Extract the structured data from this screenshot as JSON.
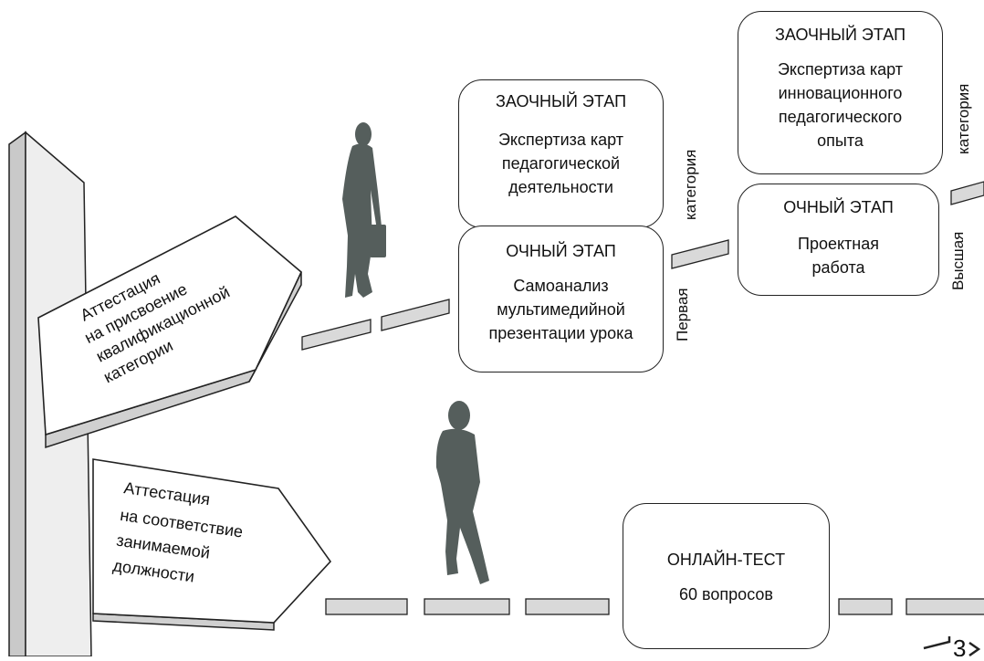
{
  "signs": {
    "qualification": {
      "lines": [
        "Аттестация",
        "на присвоение",
        "квалификационной",
        "категории"
      ]
    },
    "position": {
      "lines": [
        "Аттестация",
        "на соответствие",
        "занимаемой",
        "должности"
      ]
    }
  },
  "stage_boxes": {
    "first_correspondence": {
      "title": "ЗАОЧНЫЙ ЭТАП",
      "lines": [
        "Экспертиза карт",
        "педагогической",
        "деятельности"
      ]
    },
    "first_fulltime": {
      "title": "ОЧНЫЙ ЭТАП",
      "lines": [
        "Самоанализ",
        "мультимедийной",
        "презентации урока"
      ]
    },
    "highest_correspondence": {
      "title": "ЗАОЧНЫЙ ЭТАП",
      "lines": [
        "Экспертиза карт",
        "инновационного",
        "педагогического",
        "опыта"
      ]
    },
    "highest_fulltime": {
      "title": "ОЧНЫЙ ЭТАП",
      "lines": [
        "Проектная",
        "работа"
      ]
    },
    "online_test": {
      "title": "ОНЛАЙН-ТЕСТ",
      "lines": [
        "60 вопросов"
      ]
    }
  },
  "category_labels": {
    "first_word": "Первая",
    "first_category": "категория",
    "highest_word": "Высшая",
    "highest_category": "категория"
  },
  "page_number": "3",
  "colors": {
    "silhouette": "#555e5c",
    "step_fill": "#d9d9d9",
    "post_fill": "#e6e6e6"
  }
}
